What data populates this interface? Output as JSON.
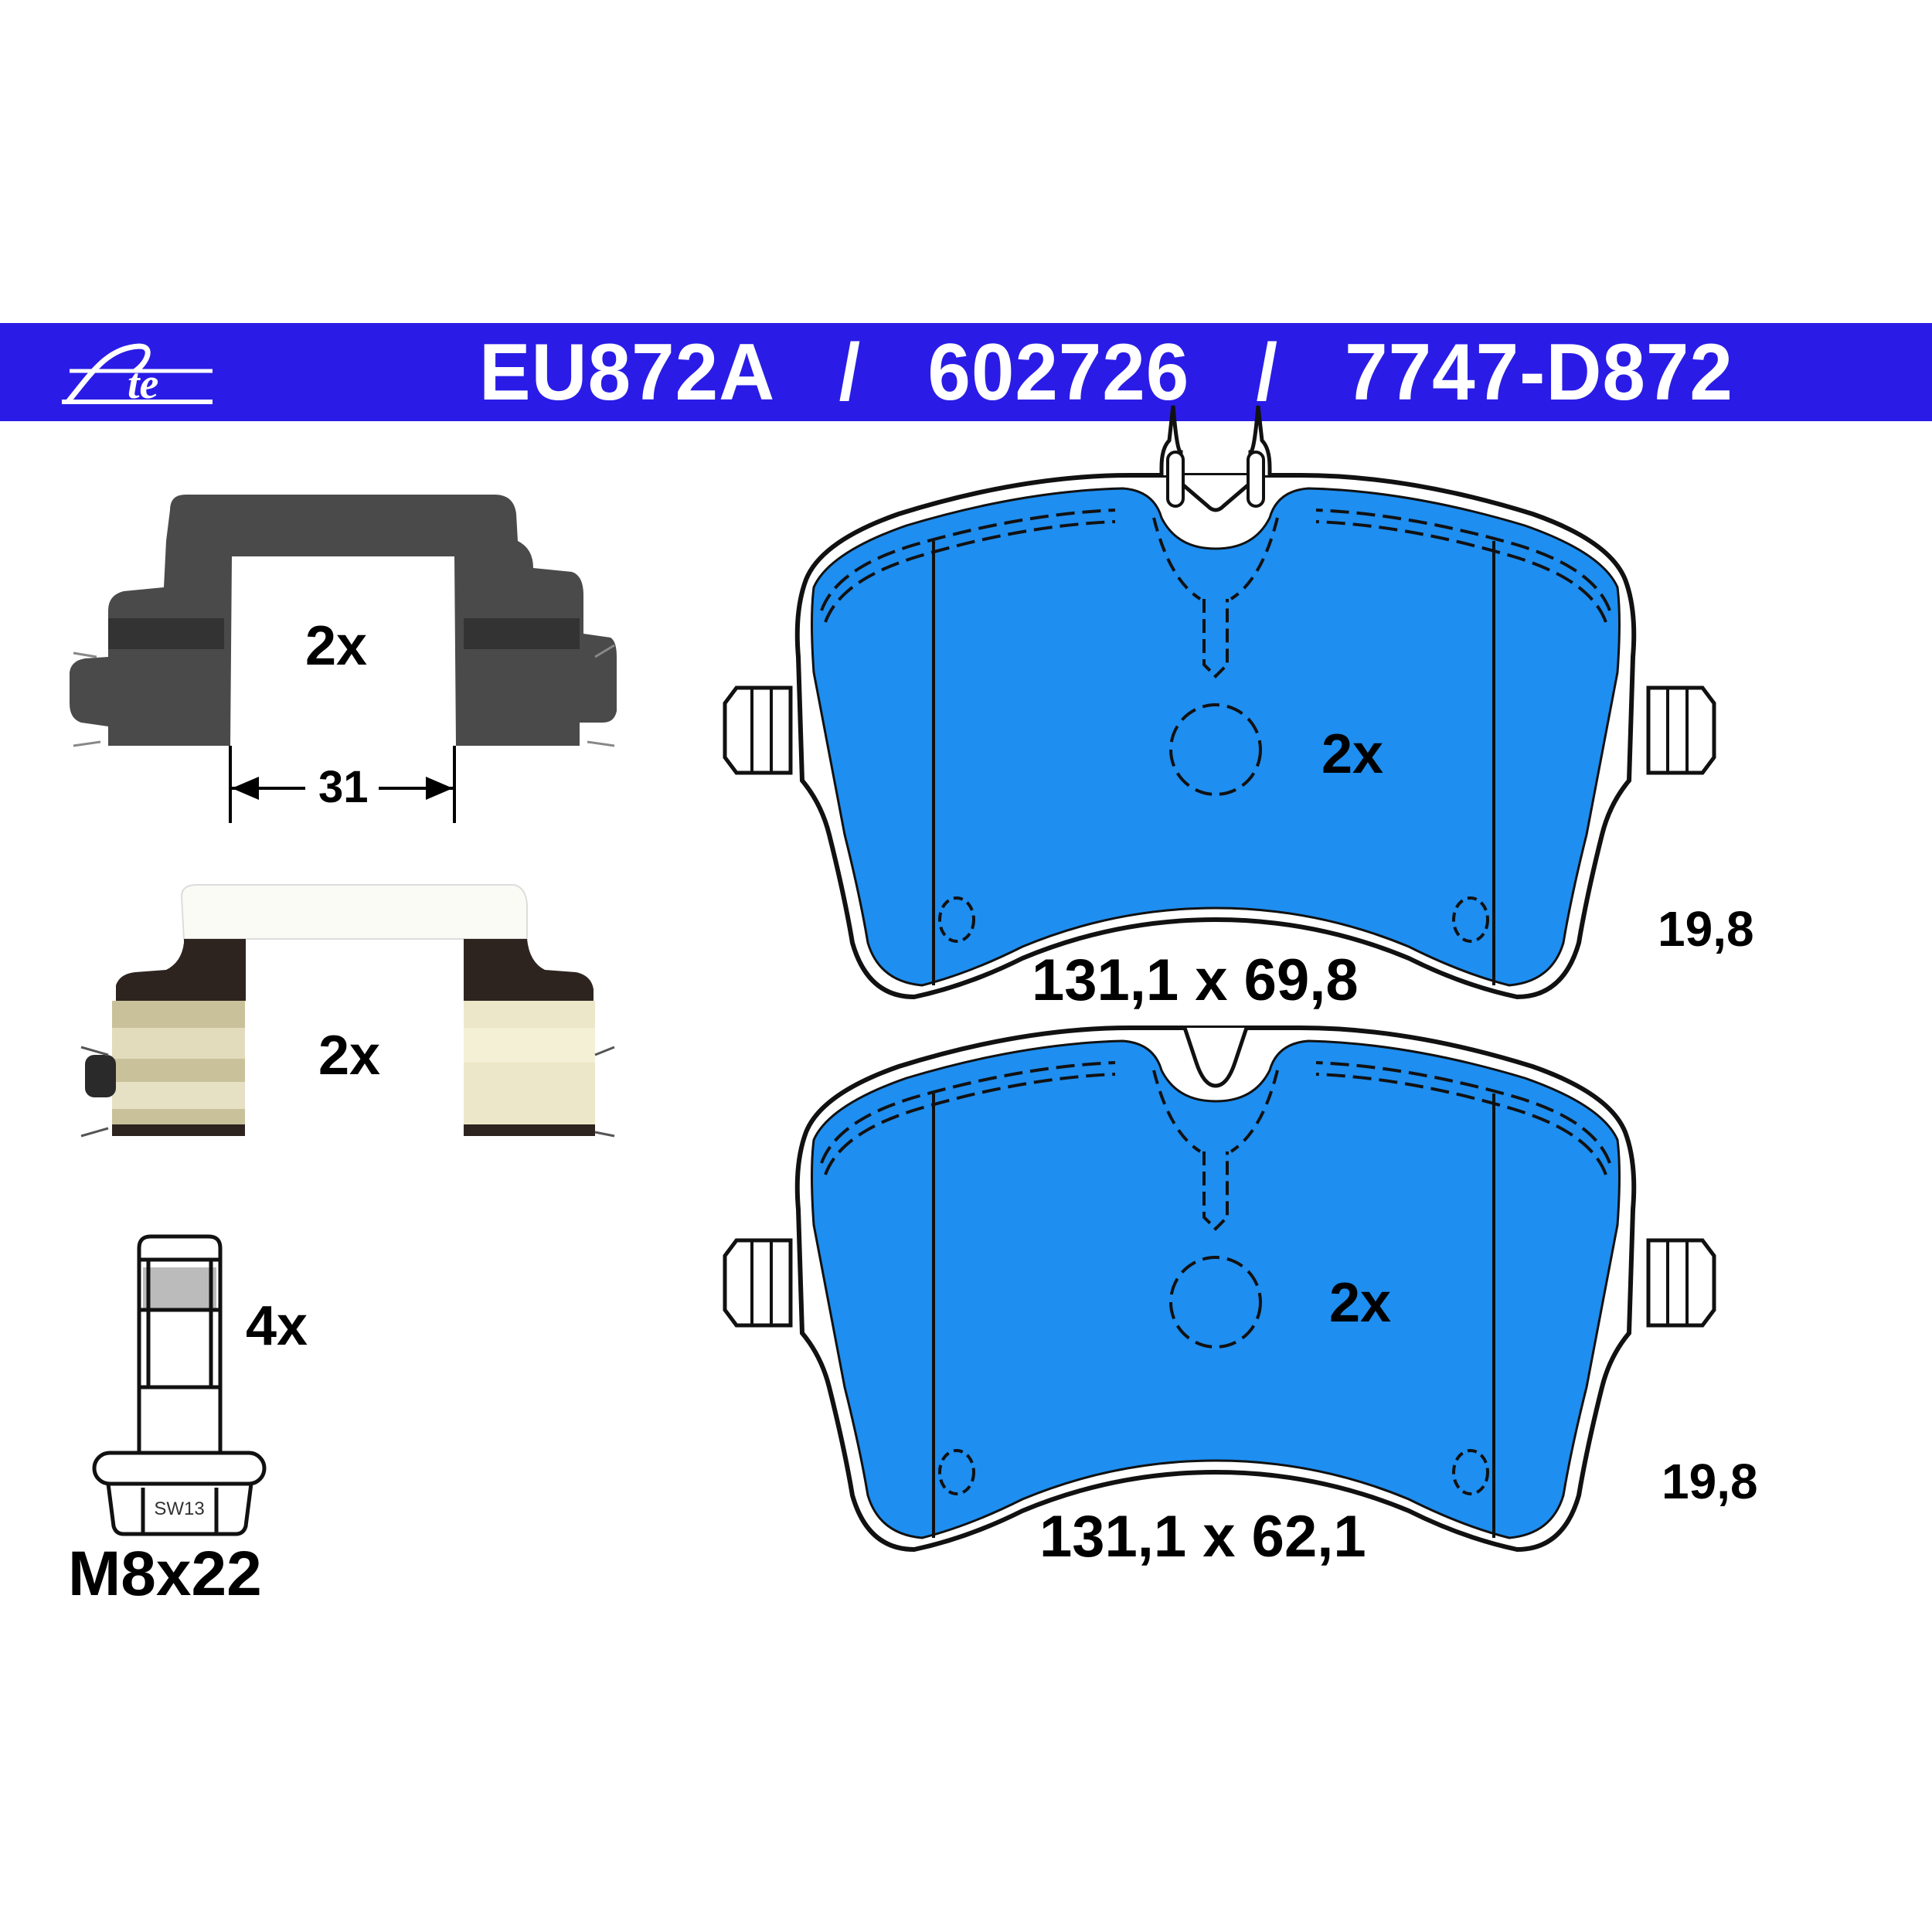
{
  "header": {
    "brand_logo": "Ate",
    "part_number_1": "EU872A",
    "part_number_2": "602726",
    "part_number_3": "7747-D872",
    "separator": "/",
    "banner_color": "#2a1ce6"
  },
  "accessories": {
    "clip_dark": {
      "quantity": "2x",
      "dimension": "31",
      "color": "#4a4a4a"
    },
    "clip_metal": {
      "quantity": "2x"
    },
    "bolt": {
      "quantity": "4x",
      "wrench_size": "SW13",
      "thread": "M8x22"
    }
  },
  "pads": [
    {
      "quantity": "2x",
      "dimensions": "131,1 x 69,8",
      "thickness": "19,8",
      "has_sensor_clip": true
    },
    {
      "quantity": "2x",
      "dimensions": "131,1 x 62,1",
      "thickness": "19,8",
      "has_sensor_clip": false
    }
  ],
  "colors": {
    "pad_blue": "#1e8ef0",
    "outline": "#111111"
  }
}
